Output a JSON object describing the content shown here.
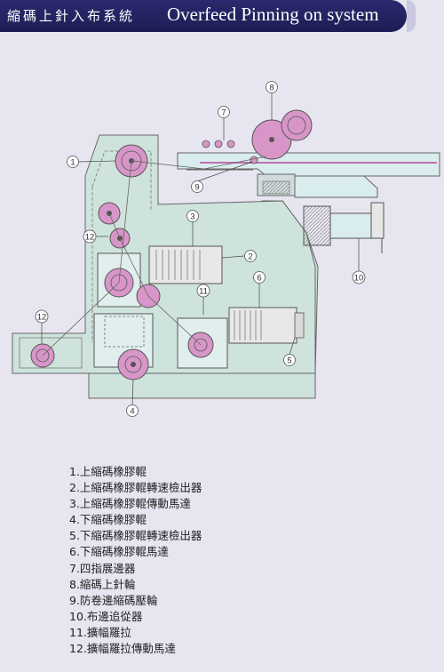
{
  "header": {
    "title_zh": "縮碼上針入布系統",
    "title_en": "Overfeed Pinning on system"
  },
  "callouts": {
    "c1": "1",
    "c2": "2",
    "c3": "3",
    "c4": "4",
    "c5": "5",
    "c6": "6",
    "c7": "7",
    "c8": "8",
    "c9": "9",
    "c10": "10",
    "c11": "11",
    "c12a": "12",
    "c12b": "12"
  },
  "legend": [
    "1.上縮碼橡膠輥",
    "2.上縮碼橡膠輥轉速檢出器",
    "3.上縮碼橡膠輥傳動馬達",
    "4.下縮碼橡膠輥",
    "5.下縮碼橡膠輥轉速檢出器",
    "6.下縮碼橡膠輥馬達",
    "7.四指展邊器",
    "8.縮碼上針輪",
    "9.防卷邊縮碼壓輪",
    "10.布邊追從器",
    "11.擴幅羅拉",
    "12.擴幅羅拉傳動馬達"
  ],
  "colors": {
    "frame_fill": "#cfe3dd",
    "roller_fill": "#d896c8",
    "line": "#555555",
    "pin_rail": "#c070b0"
  }
}
